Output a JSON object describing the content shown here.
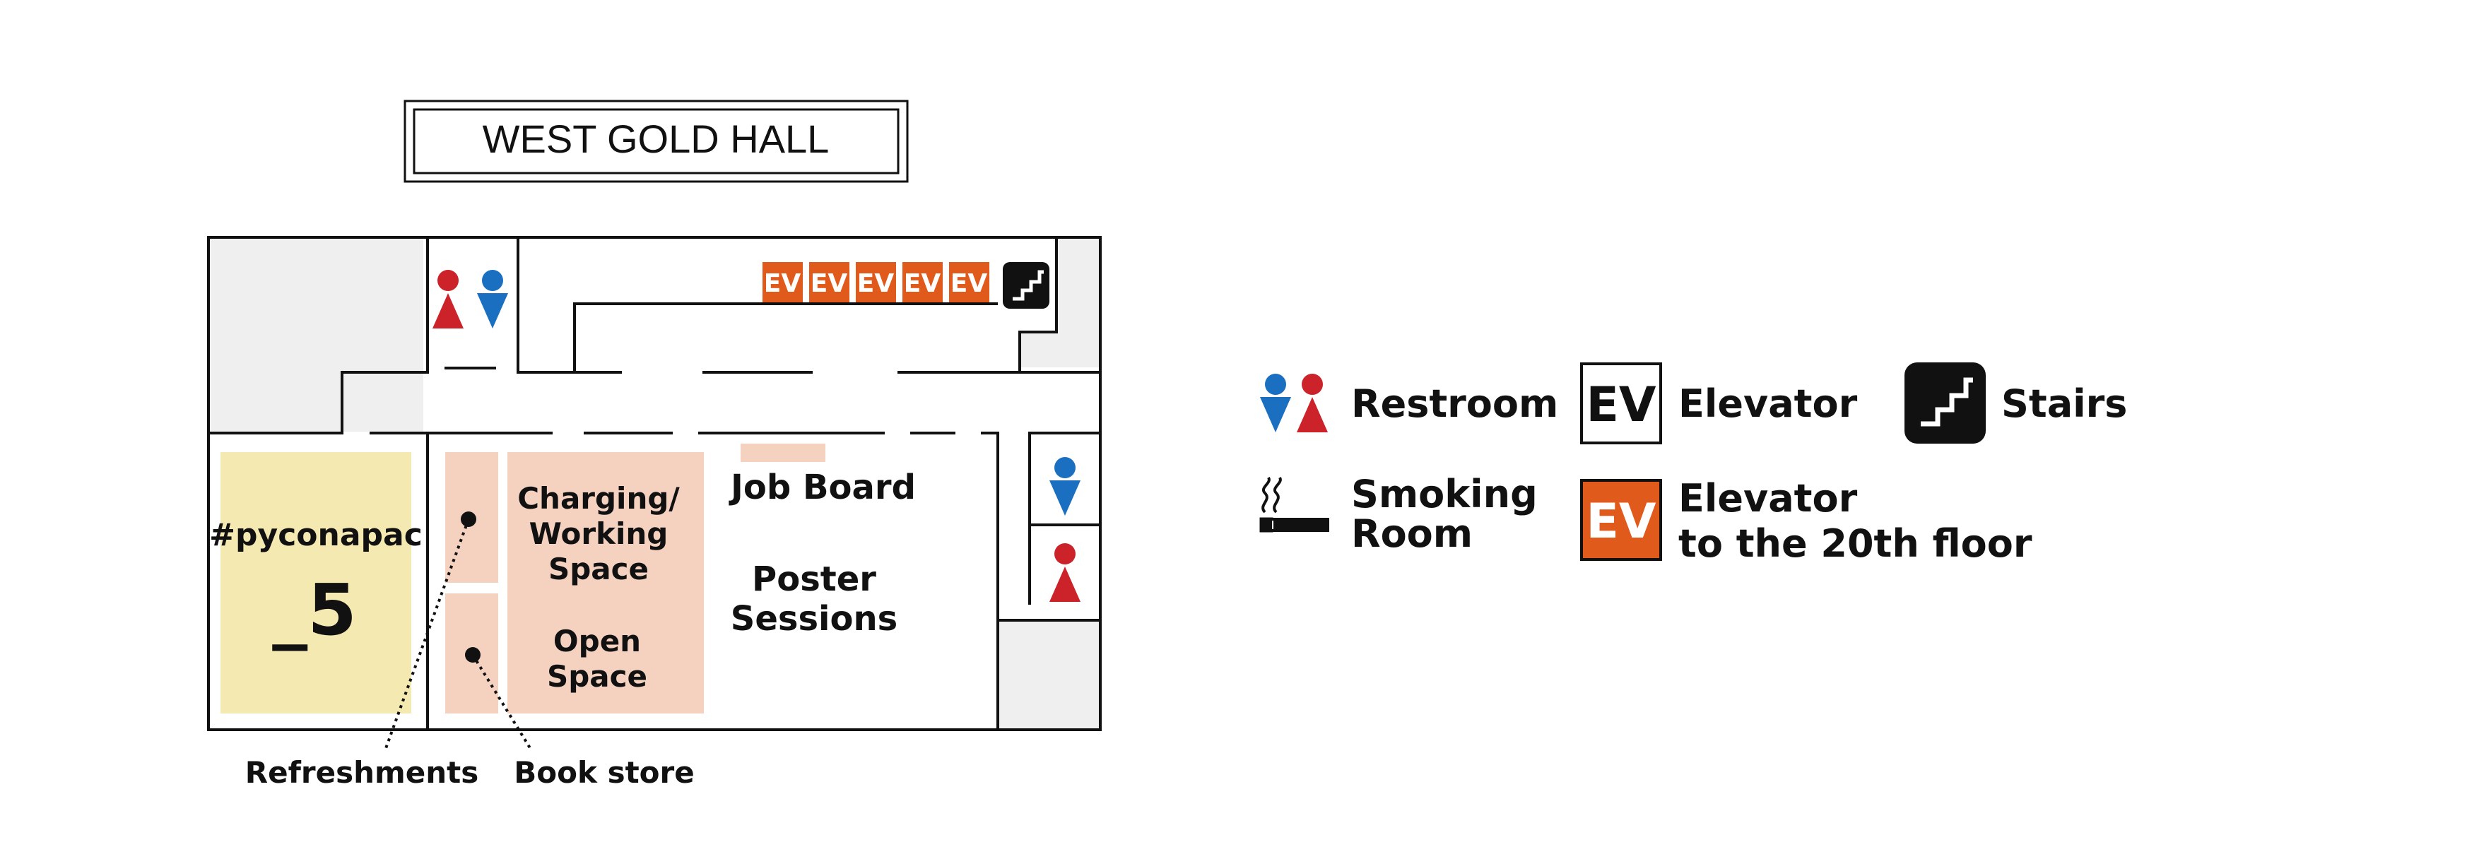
{
  "hall": {
    "title": "WEST GOLD HALL"
  },
  "rooms": {
    "main_room_line1": "#pyconapac",
    "main_room_line2": "_5",
    "charging_line1": "Charging/",
    "charging_line2": "Working",
    "charging_line3": "Space",
    "open_line1": "Open",
    "open_line2": "Space",
    "job_board": "Job Board",
    "poster_line1": "Poster",
    "poster_line2": "Sessions"
  },
  "callouts": {
    "refreshments": "Refreshments",
    "bookstore": "Book store"
  },
  "elevator_label": "EV",
  "legend": {
    "restroom": "Restroom",
    "elevator": "Elevator",
    "stairs": "Stairs",
    "smoking_line1": "Smoking",
    "smoking_line2": "Room",
    "ev20_line1": "Elevator",
    "ev20_line2": "to the 20th floor"
  },
  "colors": {
    "elevator_orange": "#e05a1b",
    "female_red": "#cc2229",
    "male_blue": "#1a6fc0",
    "room_beige": "#f5d2c0",
    "main_yellow": "#f5e9b2",
    "gray_area": "#efefef"
  }
}
